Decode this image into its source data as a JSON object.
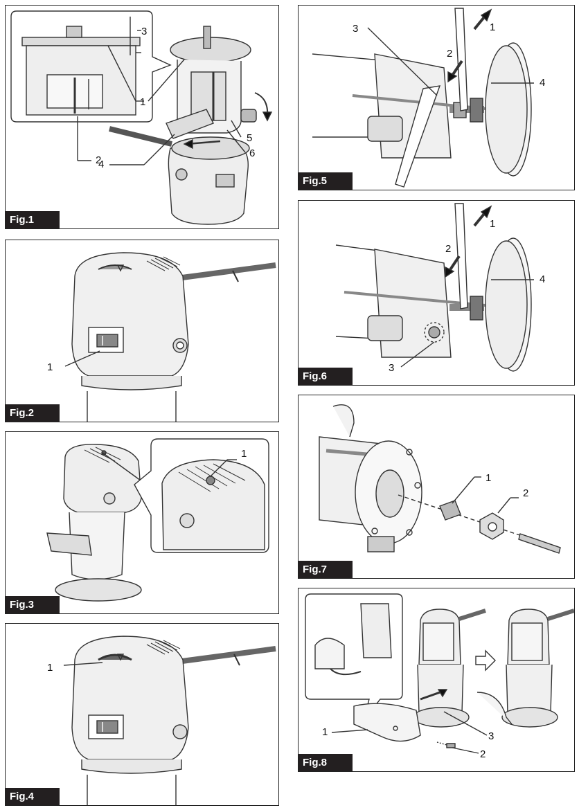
{
  "figures": {
    "fig1": {
      "label": "Fig.1",
      "callouts": [
        "3",
        "1",
        "2",
        "5",
        "6",
        "4"
      ]
    },
    "fig2": {
      "label": "Fig.2",
      "callouts": [
        "1"
      ]
    },
    "fig3": {
      "label": "Fig.3",
      "callouts": [
        "1"
      ]
    },
    "fig4": {
      "label": "Fig.4",
      "callouts": [
        "1"
      ]
    },
    "fig5": {
      "label": "Fig.5",
      "callouts": [
        "3",
        "1",
        "2",
        "4"
      ]
    },
    "fig6": {
      "label": "Fig.6",
      "callouts": [
        "1",
        "2",
        "4",
        "3"
      ]
    },
    "fig7": {
      "label": "Fig.7",
      "callouts": [
        "1",
        "2"
      ]
    },
    "fig8": {
      "label": "Fig.8",
      "callouts": [
        "1",
        "3",
        "2"
      ]
    }
  },
  "colors": {
    "ink": "#231f20",
    "line": "#333333",
    "fill": "#e6e6e6",
    "dark": "#555555"
  }
}
